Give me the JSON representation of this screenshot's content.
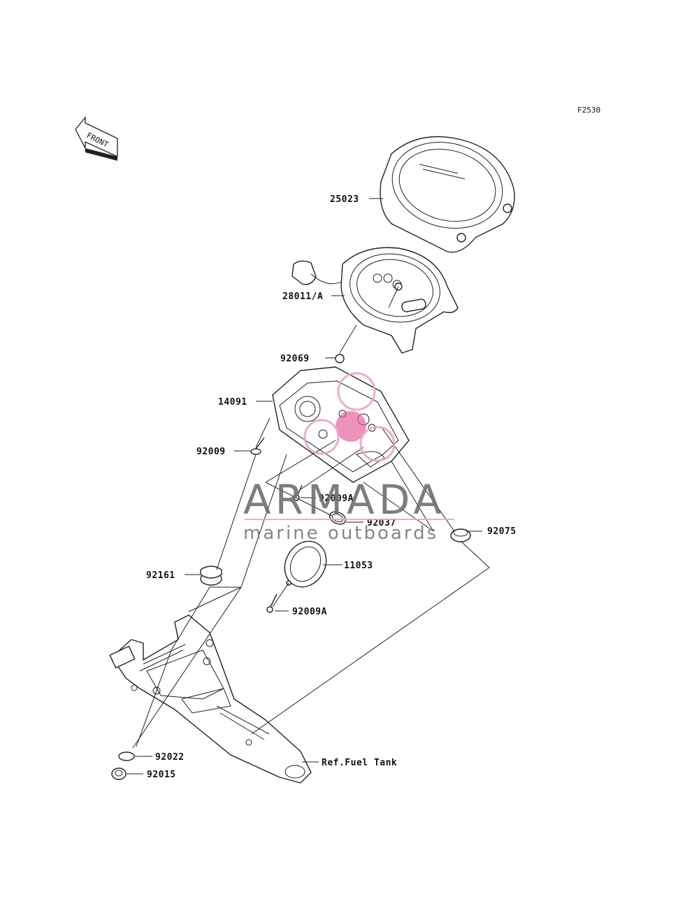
{
  "figure_code": "F2530",
  "front_marker": "FRONT",
  "callouts": {
    "p25023": "25023",
    "p28011A": "28011/A",
    "p92069": "92069",
    "p14091": "14091",
    "p92009": "92009",
    "p92009A_upper": "92009A",
    "p92037": "92037",
    "p92075": "92075",
    "p11053": "11053",
    "p92161": "92161",
    "p92009A_lower": "92009A",
    "p92022": "92022",
    "p92015": "92015",
    "ref_fuel_tank": "Ref.Fuel Tank"
  },
  "watermark": {
    "brand": "ARMADA",
    "tagline": "marine outboards",
    "logo_color": "#e8a6c2",
    "logo_fill": "#e55f9a"
  }
}
